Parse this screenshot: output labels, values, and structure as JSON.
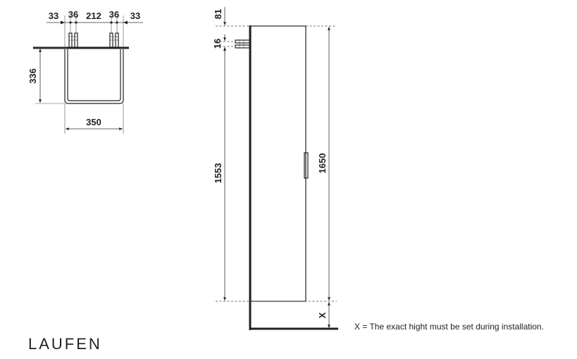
{
  "top_view": {
    "dim_spacing": [
      "33",
      "36",
      "212",
      "36",
      "33"
    ],
    "depth": "336",
    "width": "350"
  },
  "side_view": {
    "top_offset": "81",
    "hook_size": "16",
    "body_height": "1553",
    "total_height": "1650",
    "floor_gap": "X"
  },
  "note": "X = The exact hight must be set during installation.",
  "logo": "LAUFEN"
}
